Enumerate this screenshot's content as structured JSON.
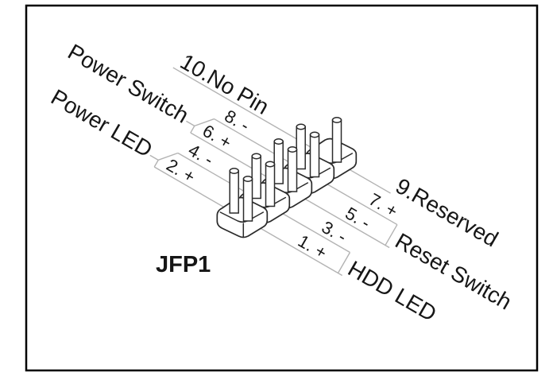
{
  "diagram": {
    "connector_id": "JFP1",
    "groups": {
      "power_switch": "Power Switch",
      "power_led": "Power LED",
      "reset_switch": "Reset Switch",
      "hdd_led": "HDD LED"
    },
    "special_pins": {
      "no_pin": "10.No Pin",
      "reserved": "9.Reserved"
    },
    "pin_labels": {
      "pin1": "1. +",
      "pin2": "2. +",
      "pin3": "3. -",
      "pin4": "4. -",
      "pin5": "5. -",
      "pin6": "6. +",
      "pin7": "7. +",
      "pin8": "8. -"
    },
    "colors": {
      "leader_line": "#b3b3b3",
      "ink": "#161616",
      "outline": "#2b2b2b",
      "border": "#000000",
      "background": "#ffffff"
    }
  }
}
